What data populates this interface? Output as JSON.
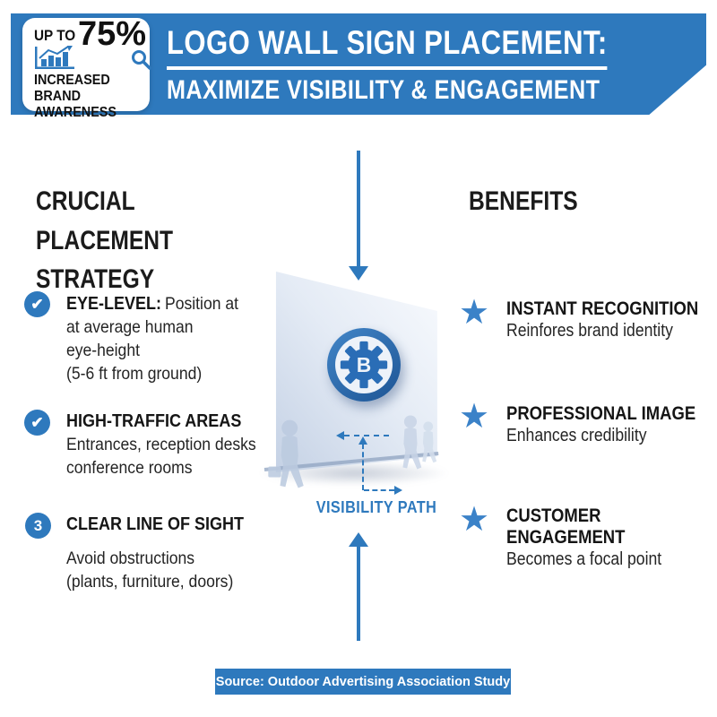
{
  "colors": {
    "accent_blue": "#2e79bd",
    "logo_dark_blue": "#1d5494",
    "star_blue": "#3b82c8",
    "wall_light": "#e4ebf5",
    "text_dark": "#1c1c1c"
  },
  "badge": {
    "up_to": "UP TO",
    "value": "75%",
    "caption": "INCREASED BRAND AWARENESS"
  },
  "header": {
    "title": "LOGO WALL SIGN PLACEMENT:",
    "subtitle": "MAXIMIZE VISIBILITY & ENGAGEMENT"
  },
  "strategy": {
    "heading": "CRUCIAL PLACEMENT STRATEGY",
    "items": [
      {
        "marker": "✔",
        "title": "EYE-LEVEL:",
        "title_rest": "Position at",
        "lines": [
          "at average human",
          "eye-height",
          "(5-6 ft from ground)"
        ]
      },
      {
        "marker": "✔",
        "title": "HIGH-TRAFFIC AREAS",
        "lines": [
          "Entrances, reception desks",
          "conference rooms"
        ]
      },
      {
        "marker": "3",
        "title": "CLEAR LINE OF SIGHT",
        "lines": [
          "Avoid obstructions",
          "(plants, furniture, doors)"
        ]
      }
    ]
  },
  "benefits": {
    "heading": "BENEFITS",
    "items": [
      {
        "icon": "★",
        "title": "INSTANT RECOGNITION",
        "desc": "Reinfores brand identity"
      },
      {
        "icon": "★",
        "title": "PROFESSIONAL IMAGE",
        "desc": "Enhances credibility"
      },
      {
        "icon": "★",
        "title": "CUSTOMER ENGAGEMENT",
        "desc": "Becomes a focal point"
      }
    ]
  },
  "diagram": {
    "visibility_label": "VISIBILITY PATH",
    "logo_letter": "B"
  },
  "footer": {
    "source": "Source: Outdoor Advertising Association Study"
  }
}
